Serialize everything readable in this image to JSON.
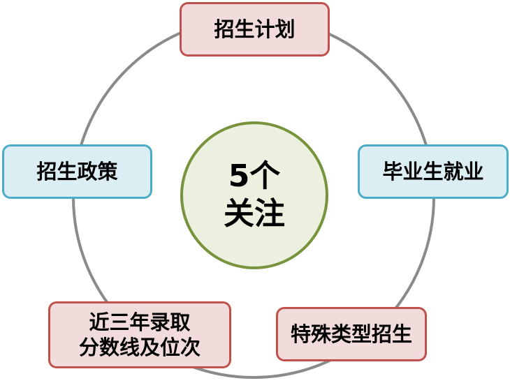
{
  "center": {
    "label": "5个关注"
  },
  "nodes": {
    "top": {
      "label": "招生计划"
    },
    "left": {
      "label": "招生政策"
    },
    "right": {
      "label": "毕业生就业"
    },
    "bottom_left": {
      "line1": "近三年录取",
      "line2": "分数线及位次"
    },
    "bottom_right": {
      "label": "特殊类型招生"
    }
  },
  "colors": {
    "ring": "#8a8a8a",
    "center_fill": "#ebf1de",
    "center_border": "#77933c",
    "red_fill": "#f2dcdb",
    "red_border": "#c0504d",
    "blue_fill": "#dbeef4",
    "blue_border": "#4bacc6"
  }
}
